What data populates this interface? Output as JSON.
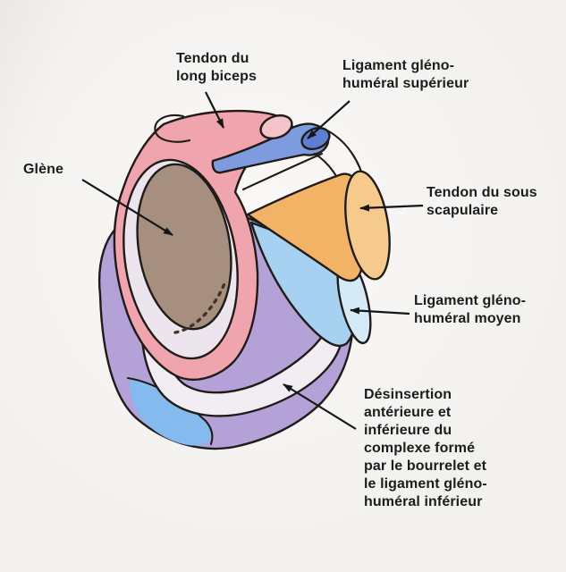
{
  "figure": {
    "labels": {
      "tendon_long_biceps": "Tendon du\nlong biceps",
      "ligament_glenohumeral_superieur": "Ligament gléno-\nhuméral supérieur",
      "glene": "Glène",
      "tendon_sous_scapulaire": "Tendon du sous\nscapulaire",
      "ligament_glenohumeral_moyen": "Ligament gléno-\nhuméral moyen",
      "desinsertion": "Désinsertion\nantérieure et\ninférieure du\ncomplexe formé\npar le bourrelet et\nle ligament gléno-\nhuméral inférieur"
    }
  },
  "colors": {
    "paper": "#f3f1ee",
    "text": "#1c1c1c",
    "outline": "#1f1b18",
    "labrum-pink": "#f0a4ae",
    "labrum-cap-pink": "#f3c3c9",
    "inner-pale": "#ece5ee",
    "band-pale": "#f2edf3",
    "glene-brown": "#a68f7e",
    "capsule-purple": "#b4a1d7",
    "lig-sup-blue": "#7e9bdf",
    "lig-sup-blue-dark": "#5d7ed2",
    "subscap-orange": "#f2b366",
    "subscap-orange-light": "#f6ca8d",
    "lig-moyen-blue": "#a6d1f0",
    "lig-moyen-blue-light": "#d6e9f7",
    "axillary-blue": "#84baee"
  }
}
